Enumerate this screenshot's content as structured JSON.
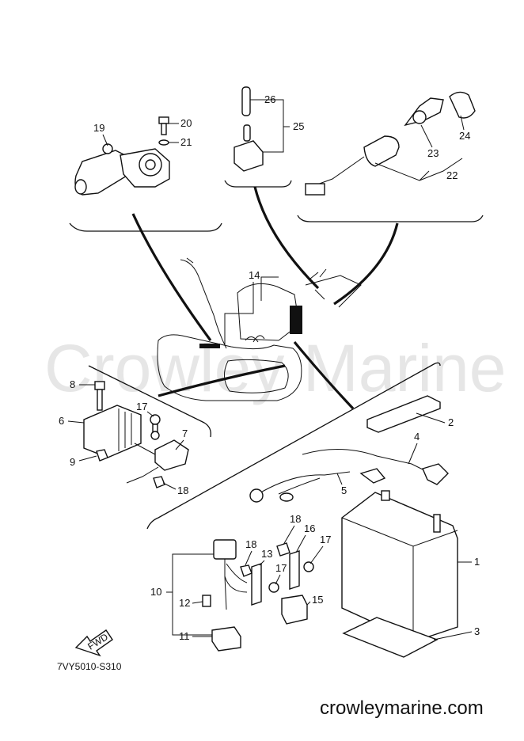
{
  "watermark": "Crowley Marine",
  "diagram_code": "7VY5010-S310",
  "fwd_label": "FWD",
  "site_url": "crowleymarine.com",
  "callouts": [
    "1",
    "2",
    "3",
    "4",
    "5",
    "6",
    "7",
    "8",
    "9",
    "10",
    "11",
    "12",
    "13",
    "14",
    "15",
    "16",
    "17",
    "17",
    "17",
    "18",
    "18",
    "18",
    "19",
    "20",
    "21",
    "22",
    "23",
    "24",
    "25",
    "26"
  ],
  "icons": [
    "forward-arrow-icon"
  ]
}
